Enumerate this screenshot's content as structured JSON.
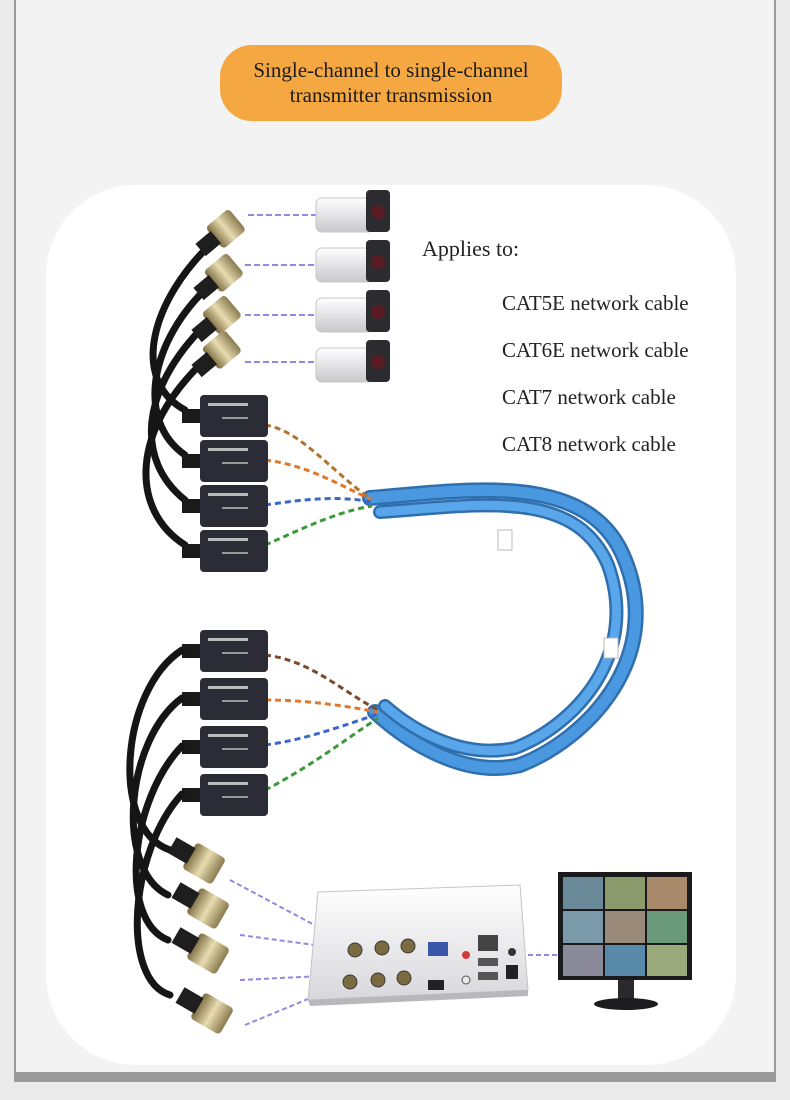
{
  "title": {
    "line1": "Single-channel to single-channel",
    "line2": "transmitter transmission"
  },
  "applies": {
    "heading": "Applies to:",
    "items": [
      "CAT5E network cable",
      "CAT6E network cable",
      "CAT7 network cable",
      "CAT8 network cable"
    ]
  },
  "colors": {
    "title_background": "#f5a742",
    "network_cable": "#3f8fd6",
    "connection_line": "#8f8ae0",
    "transmitter_body": "#2b2c35"
  },
  "icons": [
    "bnc-connector-icon",
    "cctv-camera-icon",
    "video-balun-transmitter-icon",
    "network-cable-icon",
    "dvr-recorder-icon",
    "monitor-icon"
  ]
}
